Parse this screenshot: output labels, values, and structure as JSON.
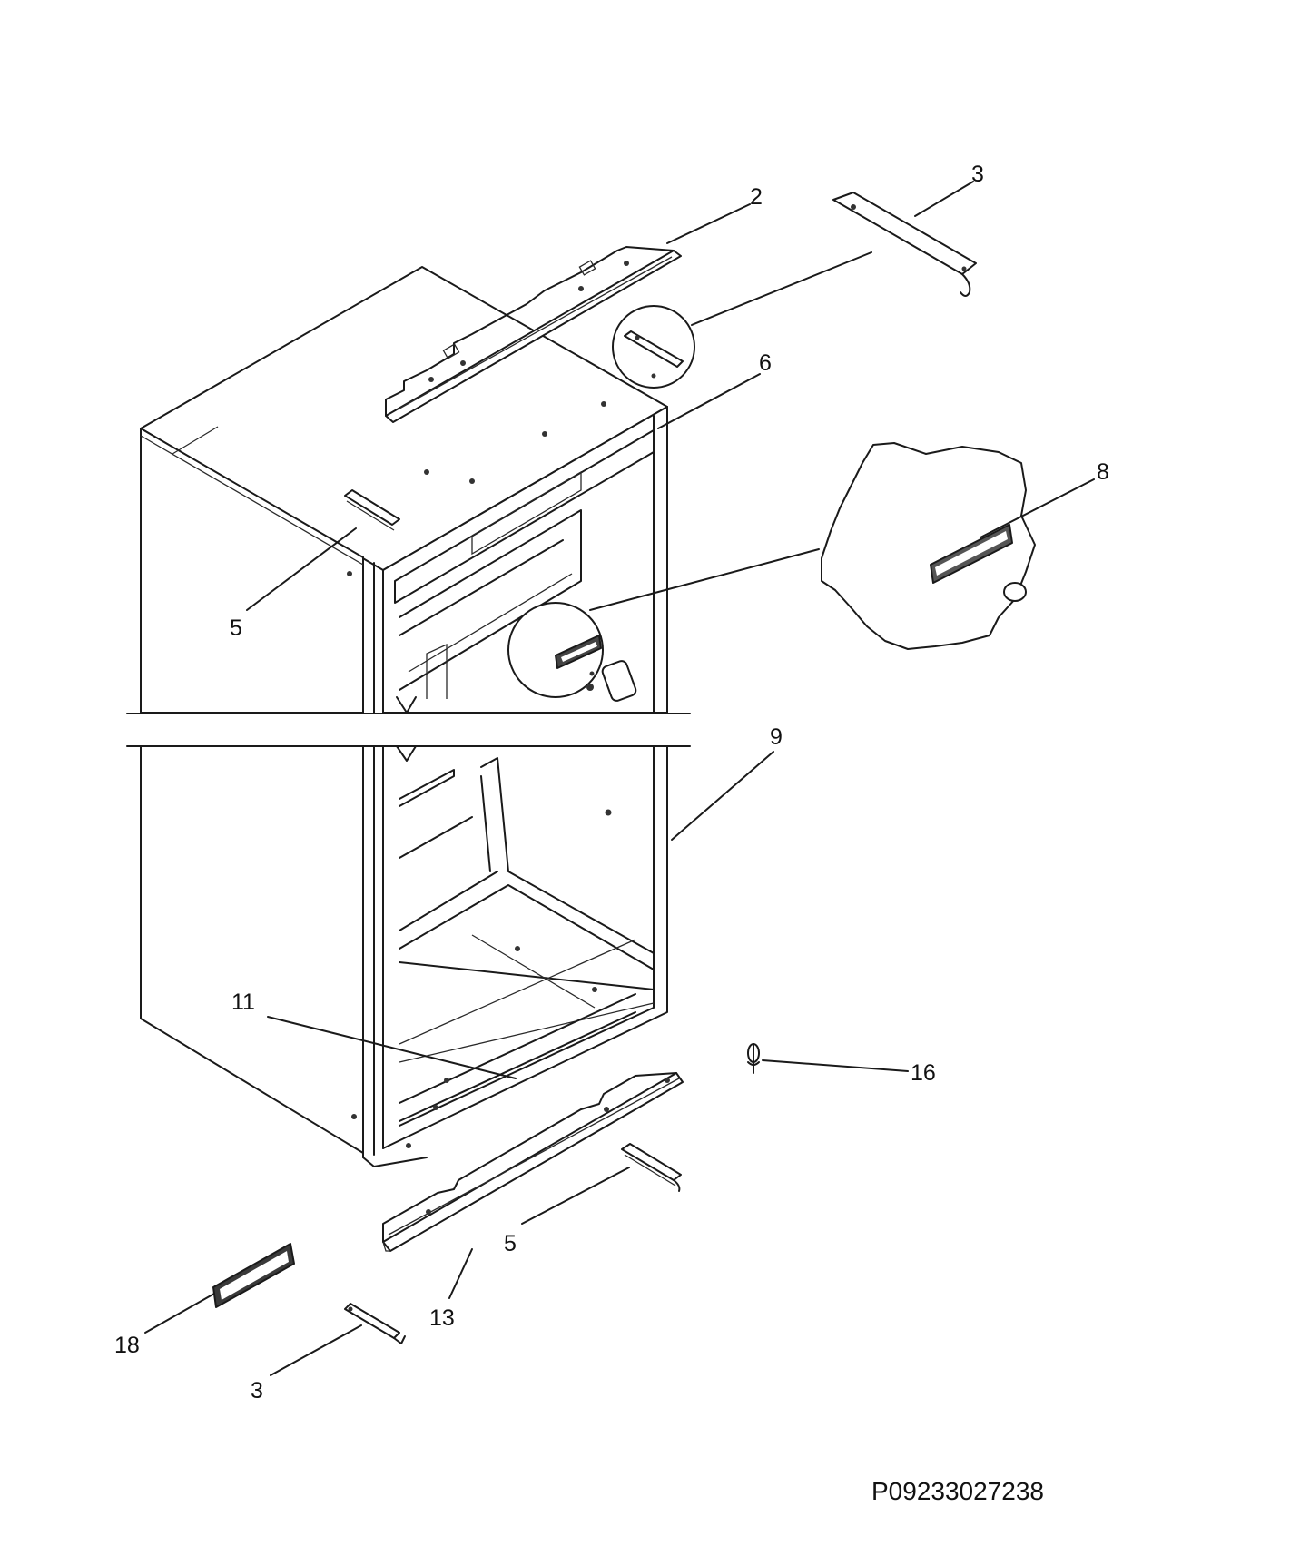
{
  "callouts": [
    {
      "id": "c2",
      "text": "2"
    },
    {
      "id": "c3a",
      "text": "3"
    },
    {
      "id": "c6",
      "text": "6"
    },
    {
      "id": "c8",
      "text": "8"
    },
    {
      "id": "c5a",
      "text": "5"
    },
    {
      "id": "c9",
      "text": "9"
    },
    {
      "id": "c11",
      "text": "11"
    },
    {
      "id": "c16",
      "text": "16"
    },
    {
      "id": "c5b",
      "text": "5"
    },
    {
      "id": "c13",
      "text": "13"
    },
    {
      "id": "c18",
      "text": "18"
    },
    {
      "id": "c3b",
      "text": "3"
    }
  ],
  "part_code": "P09233027238",
  "colors": {
    "line": "#1a1a1a",
    "background": "#ffffff"
  }
}
